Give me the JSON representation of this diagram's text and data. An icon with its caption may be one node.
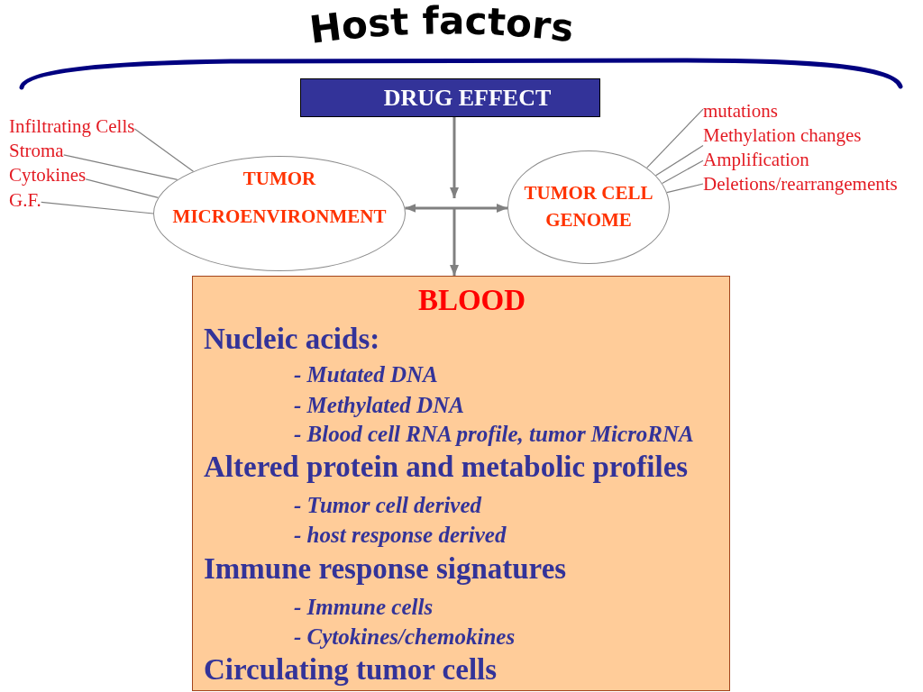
{
  "diagram": {
    "title": "Host factors",
    "nodes": [
      {
        "text": [
          "DRUG EFFECT"
        ]
      },
      {
        "text": [
          "Infiltrating Cells"
        ]
      },
      {
        "text": [
          "Stroma"
        ]
      },
      {
        "text": [
          "Cytokines"
        ]
      },
      {
        "text": [
          "G.F."
        ]
      },
      {
        "text": [
          "TUMOR MICROENVIRONMENT"
        ]
      },
      {
        "text": [
          "TUMOR CELL GENOME"
        ]
      },
      {
        "text": [
          "mutations"
        ]
      },
      {
        "text": [
          "Methylation changes"
        ]
      },
      {
        "text": [
          "Amplification"
        ]
      },
      {
        "text": [
          "Deletions/rearrangements"
        ]
      },
      {
        "text": [
          "BLOOD",
          "Nucleic acids:",
          "- Mutated DNA",
          "- Methylated DNA",
          "- Blood cell RNA profile, tumor MicroRNA",
          "Altered protein and metabolic profiles",
          "- Tumor cell derived",
          "- host response derived",
          "Immune response signatures",
          "- Immune cells",
          "- Cytokines/chemokines",
          "Circulating tumor cells"
        ]
      }
    ],
    "edges": [
      {
        "from": 0,
        "to": null,
        "arrow": "to",
        "style": "thick"
      },
      {
        "from": 5,
        "to": 6,
        "arrow": "both",
        "style": "thick"
      },
      {
        "from": null,
        "to": 11,
        "arrow": "to",
        "style": "thick"
      },
      {
        "from": 1,
        "to": 5,
        "arrow": "none"
      },
      {
        "from": 2,
        "to": 5,
        "arrow": "none"
      },
      {
        "from": 3,
        "to": 5,
        "arrow": "none"
      },
      {
        "from": 4,
        "to": 5,
        "arrow": "none"
      },
      {
        "from": 7,
        "to": 6,
        "arrow": "none"
      },
      {
        "from": 8,
        "to": 6,
        "arrow": "none"
      },
      {
        "from": 9,
        "to": 6,
        "arrow": "none"
      },
      {
        "from": 10,
        "to": 6,
        "arrow": "none"
      }
    ]
  }
}
